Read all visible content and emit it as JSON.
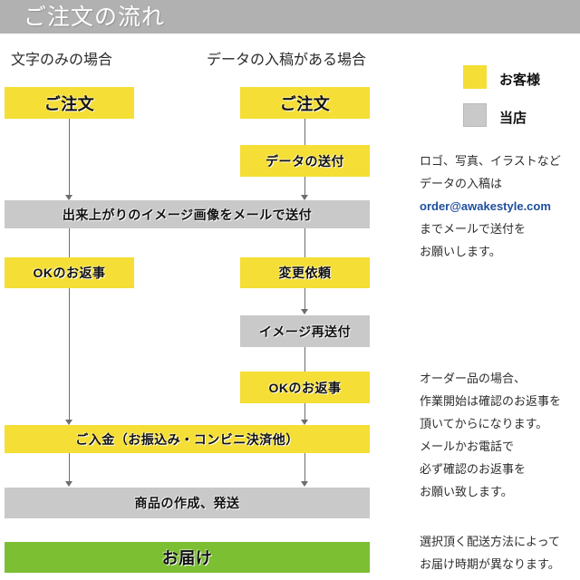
{
  "header": {
    "title": "ご注文の流れ",
    "bar_color": "#b1b1b1"
  },
  "columns": {
    "left_caption": "文字のみの場合",
    "right_caption": "データの入稿がある場合"
  },
  "colors": {
    "customer": "#f5de35",
    "shop": "#c9c9c9",
    "delivery": "#7cbf33",
    "connector": "#6d6d6d",
    "email_link": "#1f4e9c"
  },
  "legend": {
    "items": [
      {
        "label": "お客様",
        "color": "#f5de35",
        "swatch": "yellow-swatch"
      },
      {
        "label": "当店",
        "color": "#c9c9c9",
        "swatch": "gray-swatch"
      }
    ]
  },
  "flow": {
    "left": [
      {
        "label": "ご注文",
        "fill": "customer"
      },
      {
        "label": "OKのお返事",
        "fill": "customer"
      }
    ],
    "right": [
      {
        "label": "ご注文",
        "fill": "customer"
      },
      {
        "label": "データの送付",
        "fill": "customer"
      },
      {
        "label": "変更依頼",
        "fill": "customer"
      },
      {
        "label": "イメージ再送付",
        "fill": "shop"
      },
      {
        "label": "OKのお返事",
        "fill": "customer"
      }
    ],
    "wide": [
      {
        "label": "出来上がりのイメージ画像をメールで送付",
        "fill": "shop"
      },
      {
        "label": "ご入金（お振込み・コンビニ決済他）",
        "fill": "customer"
      },
      {
        "label": "商品の作成、発送",
        "fill": "shop"
      },
      {
        "label": "お届け",
        "fill": "delivery"
      }
    ]
  },
  "notes": {
    "data_note_line1": "ロゴ、写真、イラストなど",
    "data_note_line2": "データの入稿は",
    "email": "order@awakestyle.com",
    "data_note_line3": "までメールで送付を",
    "data_note_line4": "お願いします。",
    "order_note": "オーダー品の場合、\n作業開始は確認のお返事を\n頂いてからになります。\nメールかお電話で\n必ず確認のお返事を\nお願い致します。",
    "shipping_note": "選択頂く配送方法によって\nお届け時期が異なります。"
  }
}
